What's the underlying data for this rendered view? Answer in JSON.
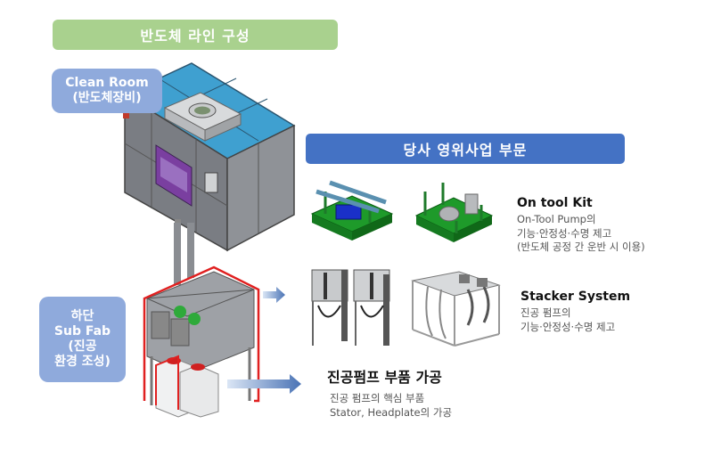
{
  "header": {
    "line_title": "반도체 라인 구성",
    "business_title": "당사 영위사업 부문"
  },
  "labels": {
    "clean_room": [
      "Clean Room",
      "(반도체장비)"
    ],
    "sub_fab": [
      "하단",
      "Sub Fab",
      "(진공",
      "환경 조성)"
    ]
  },
  "sections": [
    {
      "id": "on-tool-kit",
      "title": "On tool Kit",
      "description": [
        "On-Tool Pump의",
        "기능·안정성·수명 제고",
        "(반도체 공정 간 운반 시 이용)"
      ]
    },
    {
      "id": "stacker-system",
      "title": "Stacker System",
      "description": [
        "진공 펌프의",
        "기능·안정성·수명 제고"
      ]
    },
    {
      "id": "vacuum-pump-parts",
      "title": "진공펌프 부품 가공",
      "description": [
        "진공 펌프의 핵심 부품",
        "Stator, Headplate의 가공"
      ]
    }
  ],
  "colors": {
    "green_banner": "#a9d18e",
    "blue_banner": "#4472c4",
    "label_box": "#8faadc",
    "highlight_red": "#e02020",
    "kit_green": "#1e8a1e",
    "equipment_blue": "#3fa0d0",
    "equipment_gray": "#7a7d83"
  }
}
